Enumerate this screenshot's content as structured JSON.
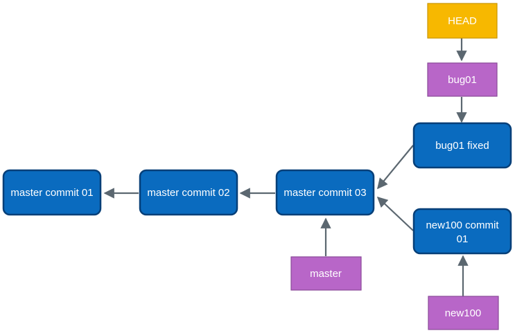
{
  "diagram": {
    "commits": {
      "c1": "master commit 01",
      "c2": "master commit 02",
      "c3": "master commit 03",
      "bug_fixed": "bug01 fixed",
      "new_line1": "new100 commit",
      "new_line2": "01"
    },
    "refs": {
      "head": "HEAD",
      "bug01": "bug01",
      "master": "master",
      "new100": "new100"
    },
    "colors": {
      "commit": "#0a6bbf",
      "branch": "#b866c8",
      "head": "#f7b800",
      "arrow": "#5b6770"
    }
  }
}
